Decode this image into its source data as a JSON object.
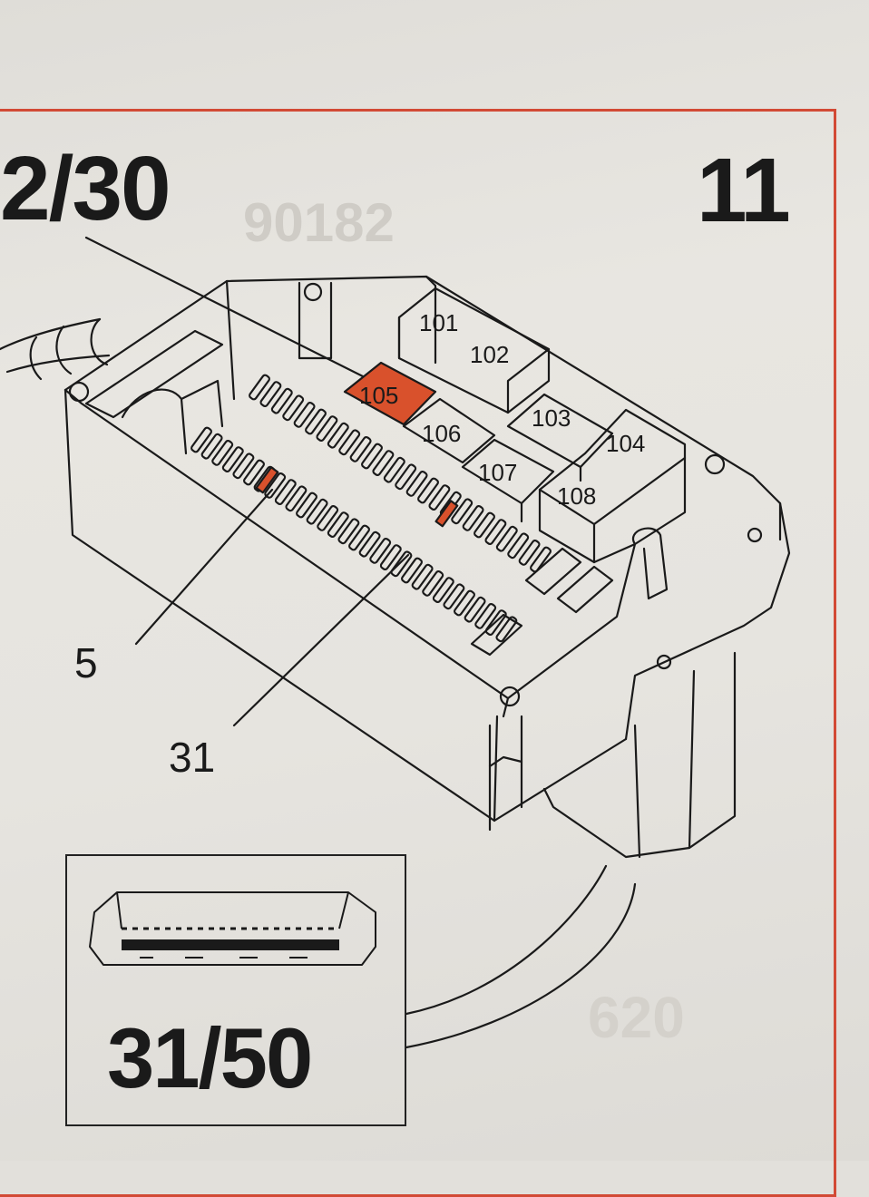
{
  "reference": {
    "left": "2/30",
    "right": "11"
  },
  "relays": [
    {
      "id": "r101",
      "label": "101"
    },
    {
      "id": "r102",
      "label": "102"
    },
    {
      "id": "r103",
      "label": "103"
    },
    {
      "id": "r104",
      "label": "104"
    },
    {
      "id": "r105",
      "label": "105",
      "highlighted": true
    },
    {
      "id": "r106",
      "label": "106"
    },
    {
      "id": "r107",
      "label": "107"
    },
    {
      "id": "r108",
      "label": "108"
    }
  ],
  "fuse_callouts": [
    {
      "label": "5",
      "highlighted": true
    },
    {
      "label": "31",
      "highlighted": true
    }
  ],
  "inset": {
    "label": "31/50"
  },
  "background_text": [
    "90182",
    "620"
  ],
  "colors": {
    "highlight": "#d9512c",
    "frame": "#d24a35",
    "ink": "#1a1a1a"
  }
}
